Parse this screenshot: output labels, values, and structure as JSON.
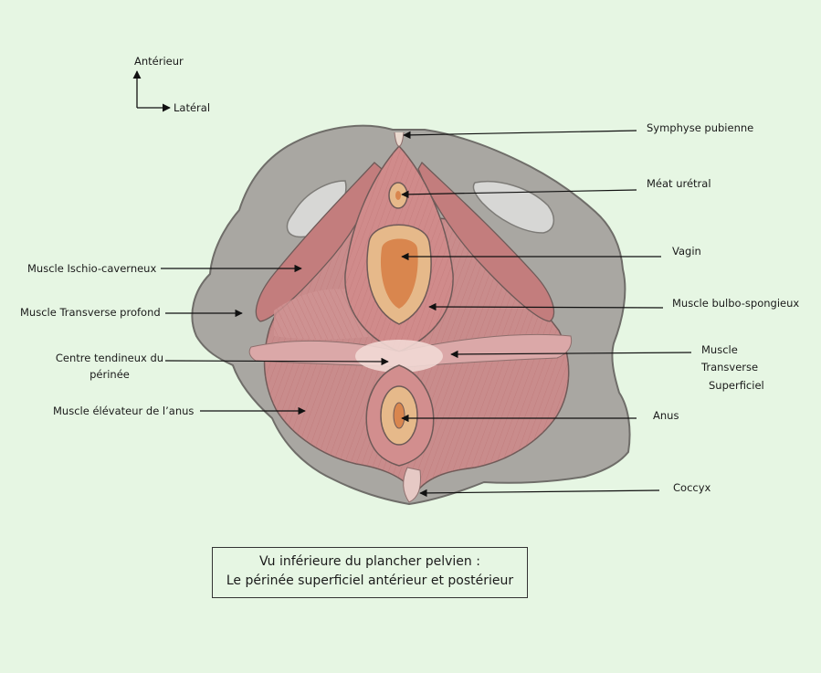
{
  "orientation": {
    "anterior": "Antérieur",
    "lateral": "Latéral"
  },
  "labels": {
    "symphyse": "Symphyse pubienne",
    "meat": "Méat urétral",
    "vagin": "Vagin",
    "bulbo": "Muscle bulbo-spongieux",
    "transverse_sup_1": "Muscle",
    "transverse_sup_2": "Transverse",
    "transverse_sup_3": "Superficiel",
    "anus": "Anus",
    "coccyx": "Coccyx",
    "ischio": "Muscle Ischio-caverneux",
    "transverse_prof": "Muscle Transverse profond",
    "centre_1": "Centre tendineux du",
    "centre_2": "périnée",
    "elevateur": "Muscle élévateur de l’anus"
  },
  "caption": {
    "line1": "Vu inférieure du plancher pelvien :",
    "line2": "Le périnée superficiel antérieur et postérieur"
  },
  "colors": {
    "background": "#e6f6e3",
    "bone": "#a9a7a2",
    "muscle": "#c98c8c",
    "orifice": "#d9864e",
    "ring": "#e6b98a"
  }
}
